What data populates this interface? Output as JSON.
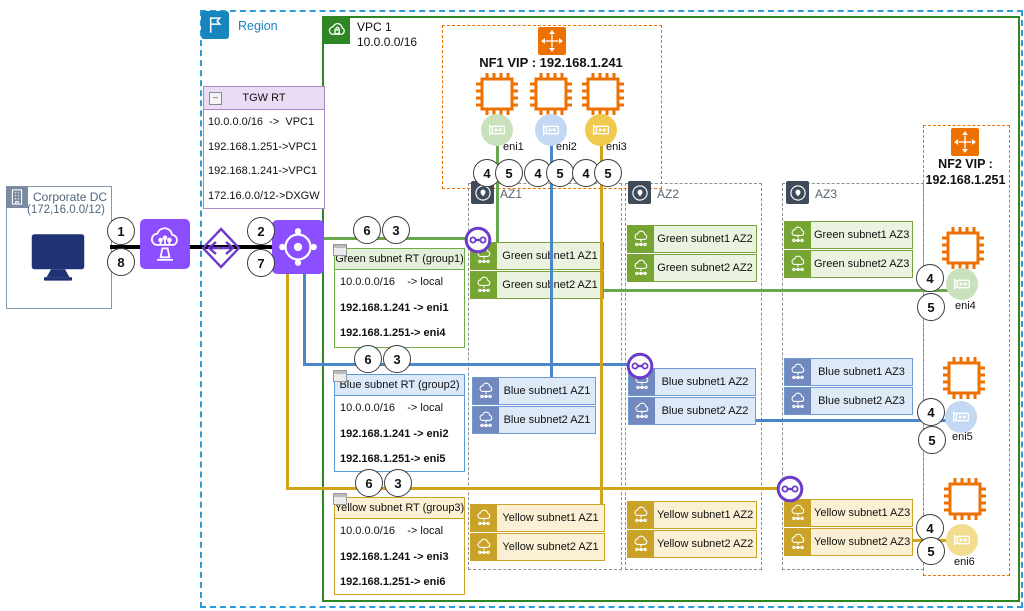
{
  "region": {
    "label": "Region"
  },
  "vpc": {
    "name": "VPC 1",
    "cidr": "10.0.0.0/16"
  },
  "corporate_dc": {
    "name": "Corporate DC",
    "cidr": "(172,16.0.0/12)"
  },
  "tgw_rt": {
    "title": "TGW RT",
    "collapse_glyph": "–",
    "routes": [
      "10.0.0.0/16  ->  VPC1",
      "192.168.1.251->VPC1",
      "192.168.1.241->VPC1",
      "172.16.0.0/12->DXGW"
    ]
  },
  "nf1": {
    "title": "NF1 VIP : 192.168.1.241",
    "enis": [
      "eni1",
      "eni2",
      "eni3"
    ]
  },
  "nf2": {
    "title_line1": "NF2 VIP :",
    "title_line2": "192.168.1.251",
    "enis": [
      "eni4",
      "eni5",
      "eni6"
    ]
  },
  "route_tables": [
    {
      "title": "Green subnet RT (group1)",
      "routes": [
        "10.0.0.0/16    -> local",
        "192.168.1.241 -> eni1",
        "192.168.1.251-> eni4"
      ]
    },
    {
      "title": "Blue subnet RT (group2)",
      "routes": [
        "10.0.0.0/16    -> local",
        "192.168.1.241 -> eni2",
        "192.168.1.251-> eni5"
      ]
    },
    {
      "title": "Yellow subnet RT (group3)",
      "routes": [
        "10.0.0.0/16    -> local",
        "192.168.1.241 -> eni3",
        "192.168.1.251-> eni6"
      ]
    }
  ],
  "azs": [
    {
      "label": "AZ1",
      "green": [
        "Green subnet1 AZ1",
        "Green subnet2 AZ1"
      ],
      "blue": [
        "Blue subnet1 AZ1",
        "Blue subnet2 AZ1"
      ],
      "yellow": [
        "Yellow subnet1 AZ1",
        "Yellow subnet2 AZ1"
      ]
    },
    {
      "label": "AZ2",
      "green": [
        "Green subnet1 AZ2",
        "Green subnet2 AZ2"
      ],
      "blue": [
        "Blue subnet1 AZ2",
        "Blue subnet2 AZ2"
      ],
      "yellow": [
        "Yellow subnet1 AZ2",
        "Yellow subnet2 AZ2"
      ]
    },
    {
      "label": "AZ3",
      "green": [
        "Green subnet1 AZ3",
        "Green subnet2 AZ3"
      ],
      "blue": [
        "Blue subnet1 AZ3",
        "Blue subnet2 AZ3"
      ],
      "yellow": [
        "Yellow subnet1 AZ3",
        "Yellow subnet2 AZ3"
      ]
    }
  ],
  "badges": {
    "corp": [
      "1",
      "8"
    ],
    "tgw": [
      "2",
      "7"
    ],
    "green_line": [
      "6",
      "3"
    ],
    "blue_line": [
      "6",
      "3"
    ],
    "yellow_line": [
      "6",
      "3"
    ],
    "nf1_pairs": [
      "4",
      "5",
      "4",
      "5",
      "4",
      "5"
    ],
    "nf2_pairs": [
      "4",
      "5",
      "4",
      "5",
      "4",
      "5"
    ]
  },
  "colors": {
    "region_border": "#2D9BD8",
    "vpc_border": "#2F8624",
    "orange": "#ED7100",
    "purple": "#8C4FFF",
    "purple_outline": "#6B3BC9",
    "green_line": "#6AA84F",
    "blue_line": "#4A86C8",
    "yellow_line": "#D3A418",
    "black_line": "#000000"
  }
}
